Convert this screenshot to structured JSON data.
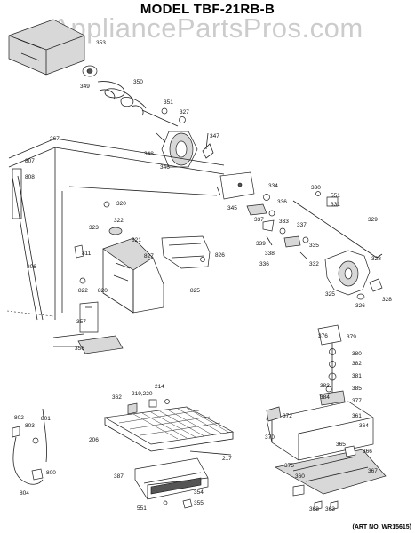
{
  "title": "MODEL TBF-21RB-B",
  "watermark": "AppliancePartsPros.com",
  "art_number": "(ART NO. WR15615)",
  "part_labels": [
    "353",
    "349",
    "350",
    "351",
    "327",
    "347",
    "348",
    "346",
    "267",
    "807",
    "808",
    "320",
    "322",
    "323",
    "821",
    "827",
    "811",
    "822",
    "820",
    "806",
    "357",
    "356",
    "826",
    "825",
    "345",
    "334",
    "336",
    "337",
    "333",
    "330",
    "551",
    "331",
    "329",
    "339",
    "338",
    "336",
    "337",
    "335",
    "332",
    "328",
    "325",
    "326",
    "328",
    "376",
    "379",
    "380",
    "382",
    "381",
    "383",
    "385",
    "384",
    "377",
    "362",
    "219,220",
    "214",
    "206",
    "217",
    "802",
    "803",
    "801",
    "804",
    "800",
    "387",
    "354",
    "355",
    "551",
    "361",
    "364",
    "372",
    "370",
    "375",
    "365",
    "366",
    "367",
    "360",
    "368",
    "363"
  ]
}
